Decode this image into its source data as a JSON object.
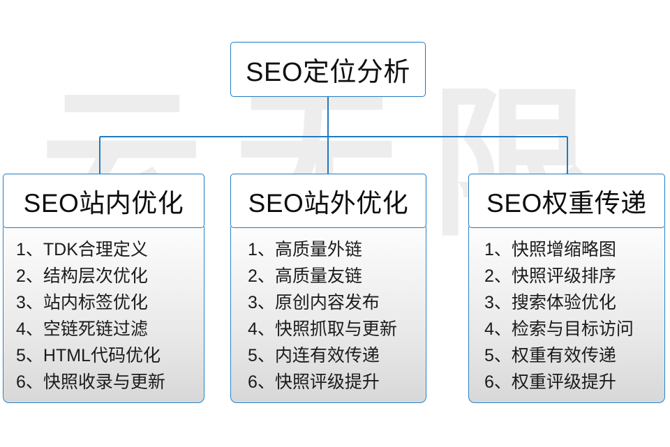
{
  "diagram": {
    "watermark": {
      "chars": [
        "云",
        "无",
        "限"
      ],
      "color": "#ededed"
    },
    "accent_color": "#1f7ac0",
    "root": {
      "title": "SEO定位分析"
    },
    "columns": [
      {
        "header": "SEO站内优化",
        "items": [
          "1、TDK合理定义",
          "2、结构层次优化",
          "3、站内标签优化",
          "4、空链死链过滤",
          "5、HTML代码优化",
          "6、快照收录与更新"
        ]
      },
      {
        "header": "SEO站外优化",
        "items": [
          "1、高质量外链",
          "2、高质量友链",
          "3、原创内容发布",
          "4、快照抓取与更新",
          "5、内连有效传递",
          "6、快照评级提升"
        ]
      },
      {
        "header": "SEO权重传递",
        "items": [
          "1、快照增缩略图",
          "2、快照评级排序",
          "3、搜索体验优化",
          "4、检索与目标访问",
          "5、权重有效传递",
          "6、权重评级提升"
        ]
      }
    ]
  }
}
